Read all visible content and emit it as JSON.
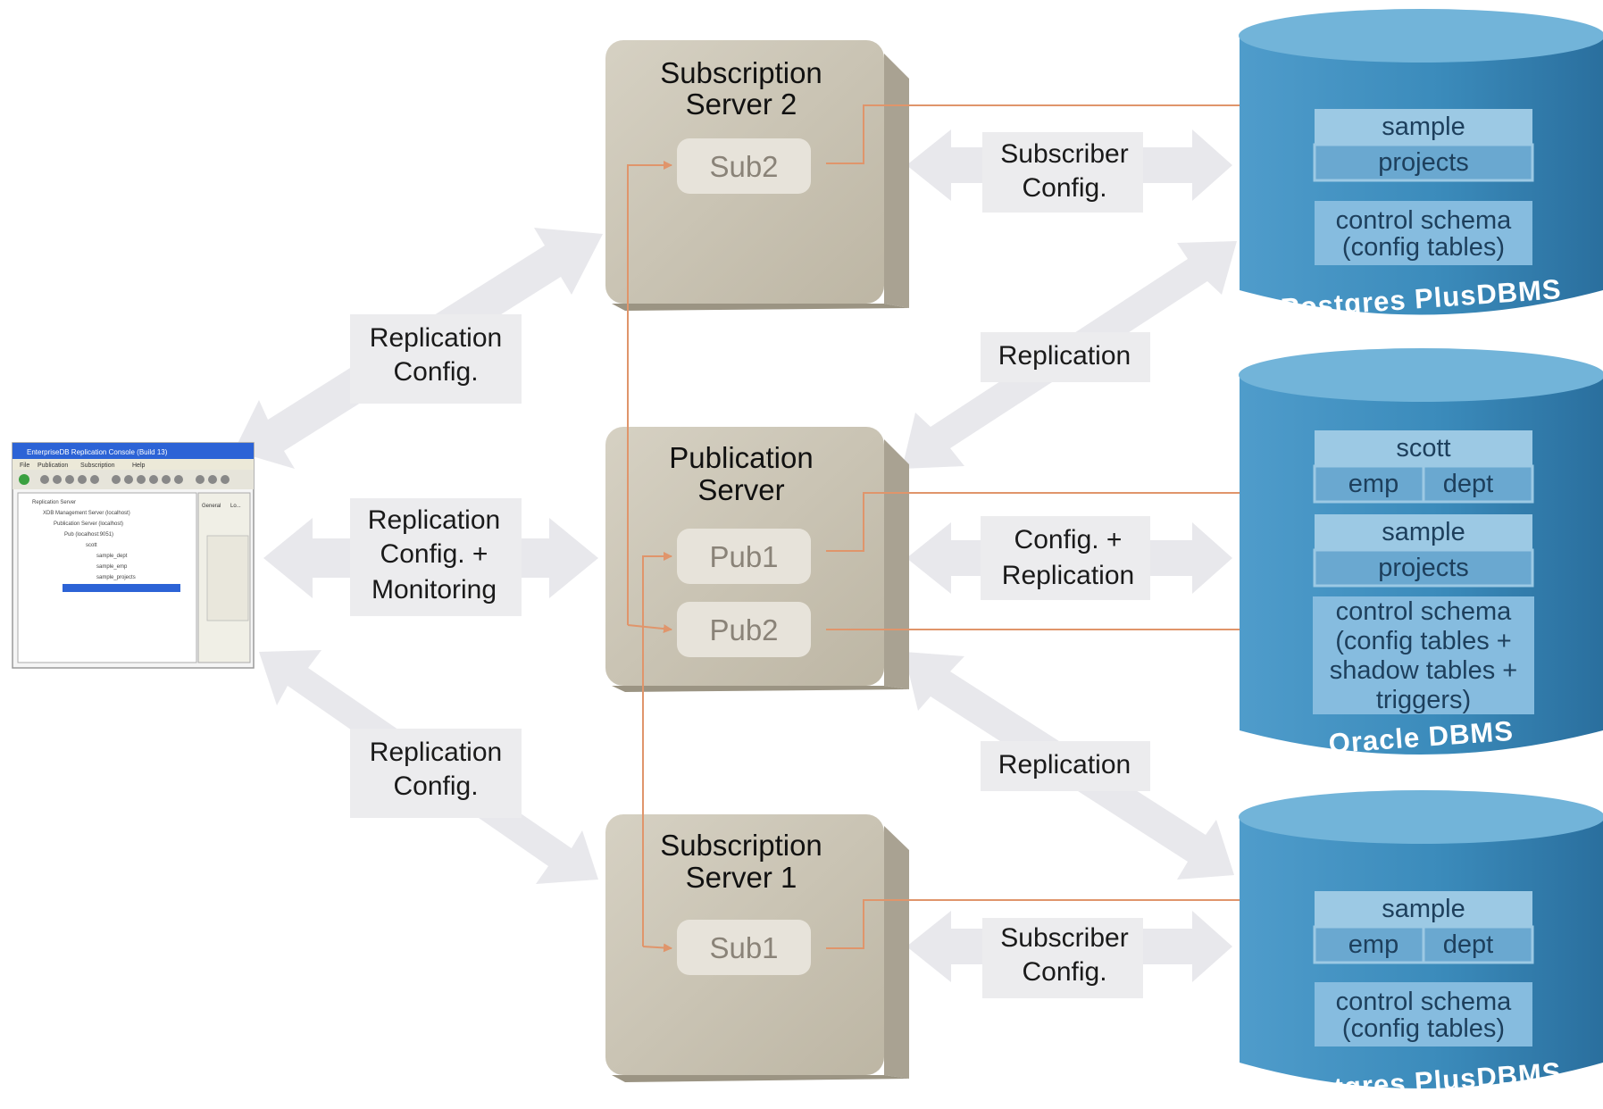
{
  "colors": {
    "server_box": "#c9c3b3",
    "server_box_side": "#a59e8d",
    "pill": "#e6e2d8",
    "cylinder": "#3f8fbd",
    "cylinder_top": "#6fb2d8",
    "table_cell": "#9cc9e4",
    "table_cell_dark": "#5d9fca",
    "connector": "#e0956b",
    "arrow": "#e6e6ea",
    "label_bg": "#ececee"
  },
  "console": {
    "title": "EnterpriseDB Replication Console (Build 13)",
    "menu": [
      "File",
      "Publication",
      "Subscription",
      "Help"
    ],
    "tree": [
      "Replication Server",
      "XDB Management Server (localhost)",
      "Publication Server (localhost)",
      "Pub (localhost:9051)",
      "scott",
      "sample_dept",
      "sample_emp",
      "sample_projects"
    ],
    "tabs": [
      "General",
      "Lo..."
    ]
  },
  "servers": [
    {
      "id": "sub2",
      "title": [
        "Subscription",
        "Server 2"
      ],
      "items": [
        "Sub2"
      ]
    },
    {
      "id": "pub",
      "title": [
        "Publication",
        "Server"
      ],
      "items": [
        "Pub1",
        "Pub2"
      ]
    },
    {
      "id": "sub1",
      "title": [
        "Subscription",
        "Server 1"
      ],
      "items": [
        "Sub1"
      ]
    }
  ],
  "labels": {
    "left_top": [
      "Replication",
      "Config."
    ],
    "left_mid": [
      "Replication",
      "Config. +",
      "Monitoring"
    ],
    "left_bot": [
      "Replication",
      "Config."
    ],
    "right_top": [
      "Subscriber",
      "Config."
    ],
    "right_repl_top": [
      "Replication"
    ],
    "right_mid": [
      "Config. +",
      "Replication"
    ],
    "right_repl_bot": [
      "Replication"
    ],
    "right_bot": [
      "Subscriber",
      "Config."
    ]
  },
  "databases": [
    {
      "id": "db-top",
      "footer": "Postgres PlusDBMS",
      "blocks": [
        {
          "header": "sample",
          "tables": [
            "projects"
          ]
        },
        {
          "text": [
            "control schema",
            "(config tables)"
          ]
        }
      ]
    },
    {
      "id": "db-mid",
      "footer": "Oracle DBMS",
      "blocks": [
        {
          "header": "scott",
          "tables": [
            "emp",
            "dept"
          ]
        },
        {
          "header": "sample",
          "tables": [
            "projects"
          ]
        },
        {
          "text": [
            "control schema",
            "(config tables +",
            "shadow tables +",
            "triggers)"
          ]
        }
      ]
    },
    {
      "id": "db-bot",
      "footer": "Postgres PlusDBMS",
      "blocks": [
        {
          "header": "sample",
          "tables": [
            "emp",
            "dept"
          ]
        },
        {
          "text": [
            "control schema",
            "(config tables)"
          ]
        }
      ]
    }
  ]
}
